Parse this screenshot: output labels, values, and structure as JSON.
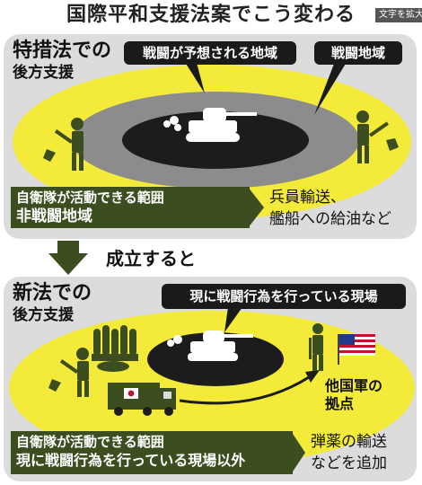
{
  "header": {
    "title": "国際平和支援法案でこう変わる",
    "enlarge_label": "文字を拡大"
  },
  "panel_old": {
    "title_line1": "特措法での",
    "title_line2": "後方支援",
    "callout_expected": "戦闘が予想される地域",
    "callout_combat": "戦闘地域",
    "bar_line1": "自衛隊が活動できる範囲",
    "bar_line2": "非戦闘地域",
    "note_line1": "兵員輸送、",
    "note_line2": "艦船への給油など"
  },
  "transition": {
    "label": "成立すると"
  },
  "panel_new": {
    "title_line1": "新法での",
    "title_line2": "後方支援",
    "callout_current": "現に戦闘行為を行っている現場",
    "base_line1": "他国軍の",
    "base_line2": "拠点",
    "bar_line1": "自衛隊が活動できる範囲",
    "bar_line2": "現に戦闘行為を行っている現場以外",
    "note_line1": "弾薬の輸送",
    "note_line2": "などを追加"
  },
  "colors": {
    "panel_bg": "#dcdcdc",
    "zone_yellow": "#f3ea3a",
    "combat_dark": "#1c1c1c",
    "expected_gray": "#8c8c8c",
    "military_green": "#3c4e1f",
    "flag_red": "#c8102e",
    "flag_blue": "#1f3a8a"
  }
}
